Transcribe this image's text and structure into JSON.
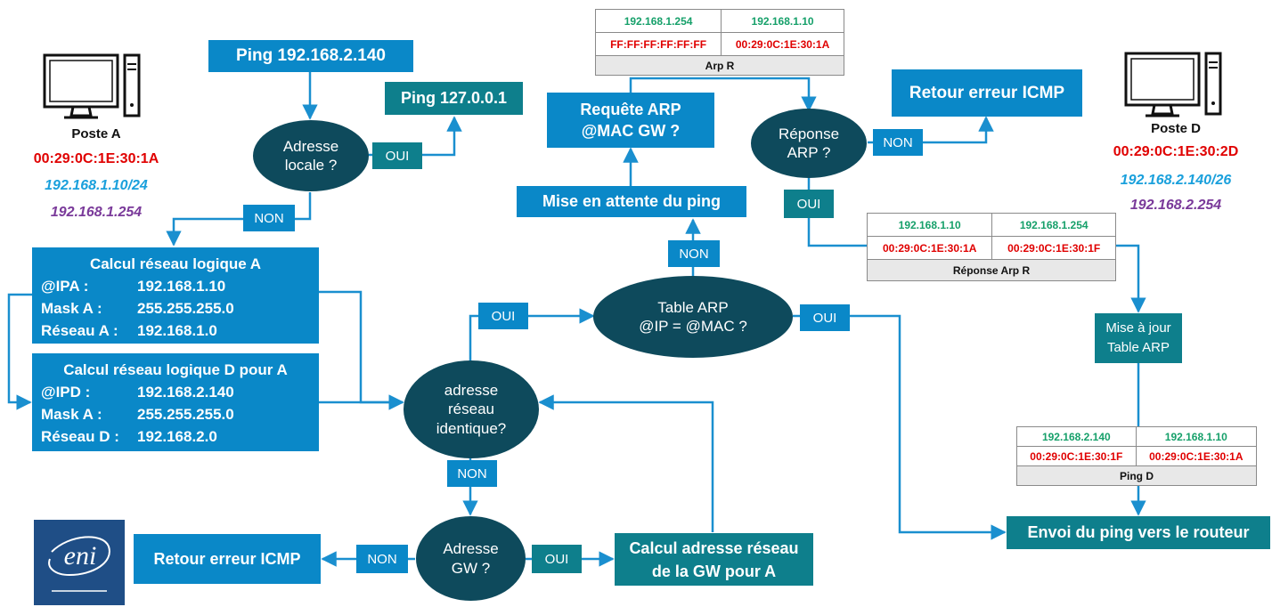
{
  "poste_a": {
    "name": "Poste A",
    "mac": "00:29:0C:1E:30:1A",
    "ip": "192.168.1.10/24",
    "gw": "192.168.1.254"
  },
  "poste_d": {
    "name": "Poste D",
    "mac": "00:29:0C:1E:30:2D",
    "ip": "192.168.2.140/26",
    "gw": "192.168.2.254"
  },
  "boxes": {
    "ping_dest": "Ping 192.168.2.140",
    "ping_local": "Ping 127.0.0.1",
    "requete_arp_1": "Requête ARP",
    "requete_arp_2": "@MAC GW ?",
    "retour_icmp_top": "Retour erreur ICMP",
    "attente": "Mise en attente du ping",
    "maj_arp_1": "Mise à jour",
    "maj_arp_2": "Table ARP",
    "envoi_ping": "Envoi du ping vers le routeur",
    "retour_icmp_bottom": "Retour erreur ICMP",
    "calc_gw_1": "Calcul adresse réseau",
    "calc_gw_2": "de la GW pour A"
  },
  "decisions": {
    "adresse_locale_1": "Adresse",
    "adresse_locale_2": "locale ?",
    "reponse_arp_1": "Réponse",
    "reponse_arp_2": "ARP ?",
    "table_arp_1": "Table ARP",
    "table_arp_2": "@IP = @MAC ?",
    "reseau_1": "adresse",
    "reseau_2": "réseau",
    "reseau_3": "identique?",
    "gw_1": "Adresse",
    "gw_2": "GW ?"
  },
  "labels": {
    "oui": "OUI",
    "non": "NON"
  },
  "calc_a": {
    "title": "Calcul réseau logique A",
    "rows": [
      {
        "k": "@IPA :",
        "v": "192.168.1.10"
      },
      {
        "k": "Mask A :",
        "v": "255.255.255.0"
      },
      {
        "k": "Réseau A :",
        "v": "192.168.1.0"
      }
    ]
  },
  "calc_d": {
    "title": "Calcul réseau logique D pour A",
    "rows": [
      {
        "k": "@IPD :",
        "v": "192.168.2.140"
      },
      {
        "k": "Mask A :",
        "v": "255.255.255.0"
      },
      {
        "k": "Réseau D :",
        "v": "192.168.2.0"
      }
    ]
  },
  "tables": {
    "arp_r": {
      "ip1": "192.168.1.254",
      "ip2": "192.168.1.10",
      "mac1": "FF:FF:FF:FF:FF:FF",
      "mac2": "00:29:0C:1E:30:1A",
      "caption": "Arp R"
    },
    "rep_arp_r": {
      "ip1": "192.168.1.10",
      "ip2": "192.168.1.254",
      "mac1": "00:29:0C:1E:30:1A",
      "mac2": "00:29:0C:1E:30:1F",
      "caption": "Réponse Arp R"
    },
    "ping_d": {
      "ip1": "192.168.2.140",
      "ip2": "192.168.1.10",
      "mac1": "00:29:0C:1E:30:1F",
      "mac2": "00:29:0C:1E:30:1A",
      "caption": "Ping D"
    }
  },
  "logo": {
    "text": "eni"
  },
  "colors": {
    "blue": "#0a88c8",
    "teal": "#0e7f8c",
    "dark": "#0e4a5c",
    "line": "#1a8fcf"
  },
  "icons": [
    "computer-icon",
    "tower-icon",
    "eni-logo"
  ]
}
